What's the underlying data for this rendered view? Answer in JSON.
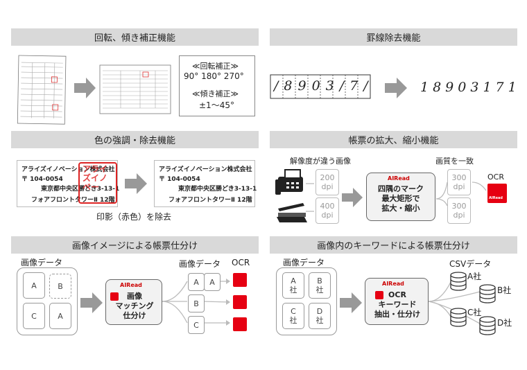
{
  "panels": {
    "rotation": {
      "header": "回転、傾き補正機能",
      "rotate_title": "≪回転補正≫",
      "rotate_values": "90° 180° 270°",
      "skew_title": "≪傾き補正≫",
      "skew_values": "±1〜45°"
    },
    "ruled": {
      "header": "罫線除去機能",
      "digits_before": "/8903/7/",
      "digits_after": "18903171"
    },
    "color": {
      "header": "色の強調・除去機能",
      "company": "アライズイノベーション株式会社",
      "postal": "〒 104-0054",
      "address": "東京都中央区勝どき3-13-1",
      "building": "フォアフロントタワーⅡ 12階",
      "stamp": "アライズイノベー",
      "caption": "印影（赤色）を除去"
    },
    "scale": {
      "header": "帳票の拡大、縮小機能",
      "left_label": "解像度が違う画像",
      "right_label": "画質を一致",
      "dpi_in": [
        "200",
        "400"
      ],
      "dpi_out": [
        "300",
        "300"
      ],
      "dpi_unit": "dpi",
      "logo": "AIRead",
      "engine_lines": [
        "四隅のマーク",
        "最大矩形で",
        "拡大・縮小"
      ],
      "ocr": "OCR",
      "ocr_icon_text": "AIRead"
    },
    "image_sort": {
      "header": "画像イメージによる帳票仕分け",
      "source_label": "画像データ",
      "output_label": "画像データ",
      "ocr_label": "OCR",
      "tiles": [
        "A",
        "B",
        "C",
        "A"
      ],
      "out_rows": [
        [
          "A",
          "A"
        ],
        [
          "B"
        ],
        [
          "C"
        ]
      ],
      "logo": "AIRead",
      "engine_lines": [
        "画像",
        "マッチング",
        "仕分け"
      ]
    },
    "keyword_sort": {
      "header": "画像内のキーワードによる帳票仕分け",
      "source_label": "画像データ",
      "csv_label": "CSVデータ",
      "tiles": [
        "A\n社",
        "B\n社",
        "C\n社",
        "D\n社"
      ],
      "logo": "AIRead",
      "engine_lines": [
        "OCR",
        "キーワード",
        "抽出・仕分け"
      ],
      "outputs": [
        "A社",
        "B社",
        "C社",
        "D社"
      ]
    }
  }
}
